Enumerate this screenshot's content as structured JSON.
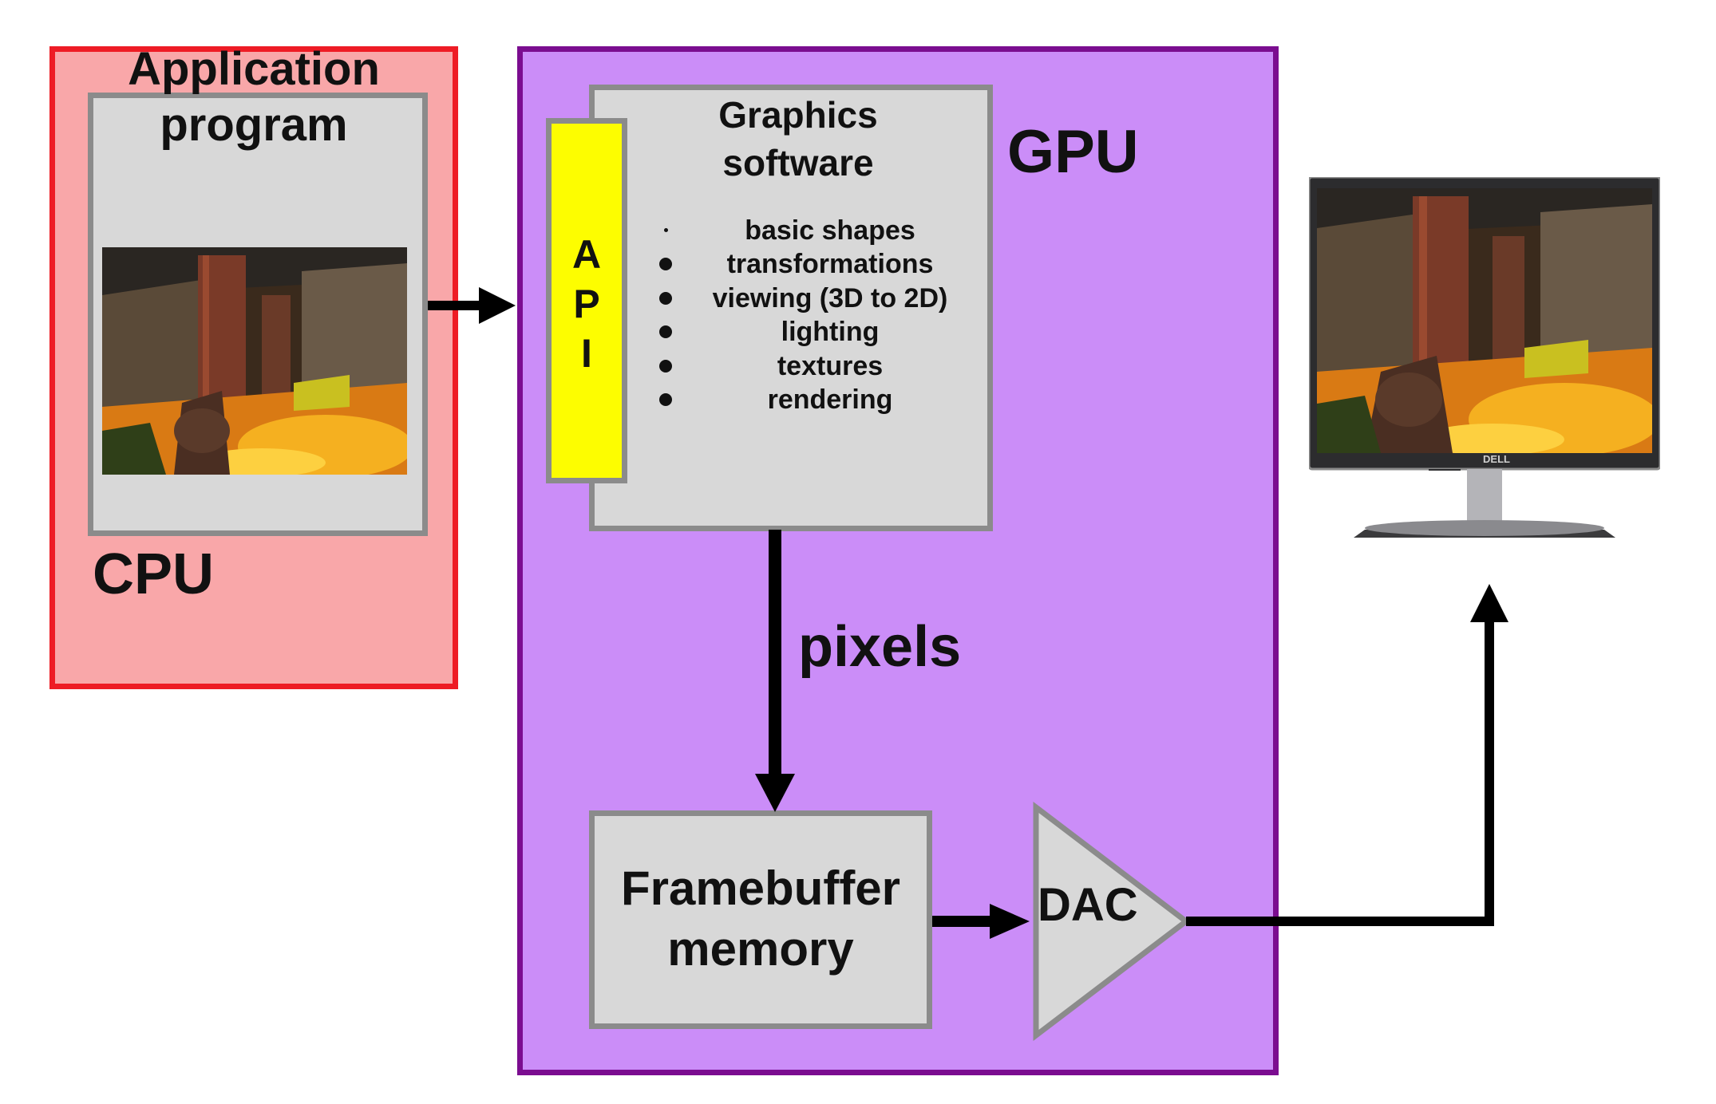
{
  "cpu": {
    "app_title_line1": "Application",
    "app_title_line2": "program",
    "label": "CPU",
    "color_fill": "#f9a7a9",
    "color_border": "#ee1c25"
  },
  "gpu": {
    "label": "GPU",
    "color_fill": "#cb8df8",
    "color_border": "#7b0d90",
    "graphics_software": {
      "title_line1": "Graphics",
      "title_line2": "software",
      "items": [
        "basic shapes",
        "transformations",
        "viewing (3D to 2D)",
        "lighting",
        "textures",
        "rendering"
      ]
    },
    "api": {
      "letters": [
        "A",
        "P",
        "I"
      ],
      "color": "#fdfd00"
    },
    "pixels_label": "pixels",
    "framebuffer": {
      "line1": "Framebuffer",
      "line2": "memory"
    },
    "dac_label": "DAC"
  },
  "monitor": {
    "brand": "DELL",
    "icon": "monitor-icon"
  },
  "images": {
    "app_image": "game-scene-icon",
    "monitor_image": "game-scene-icon"
  }
}
